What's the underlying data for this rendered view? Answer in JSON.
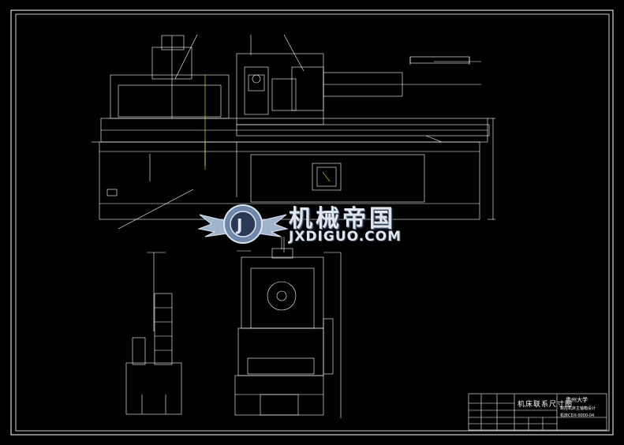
{
  "drawing": {
    "line_color": "#ffffff",
    "accent_color": "#ffff00",
    "background": "#000000"
  },
  "watermark": {
    "text_cn": "机械帝国",
    "text_en": "JXDIGUO.COM",
    "icon": "gear-wings-logo-icon"
  },
  "title_block": {
    "drawing_title": "机床联系尺寸图",
    "school": "贵州大学",
    "subtitle": "数控机床主轴箱设计",
    "drawing_no": "机床CDX-0000-04"
  }
}
